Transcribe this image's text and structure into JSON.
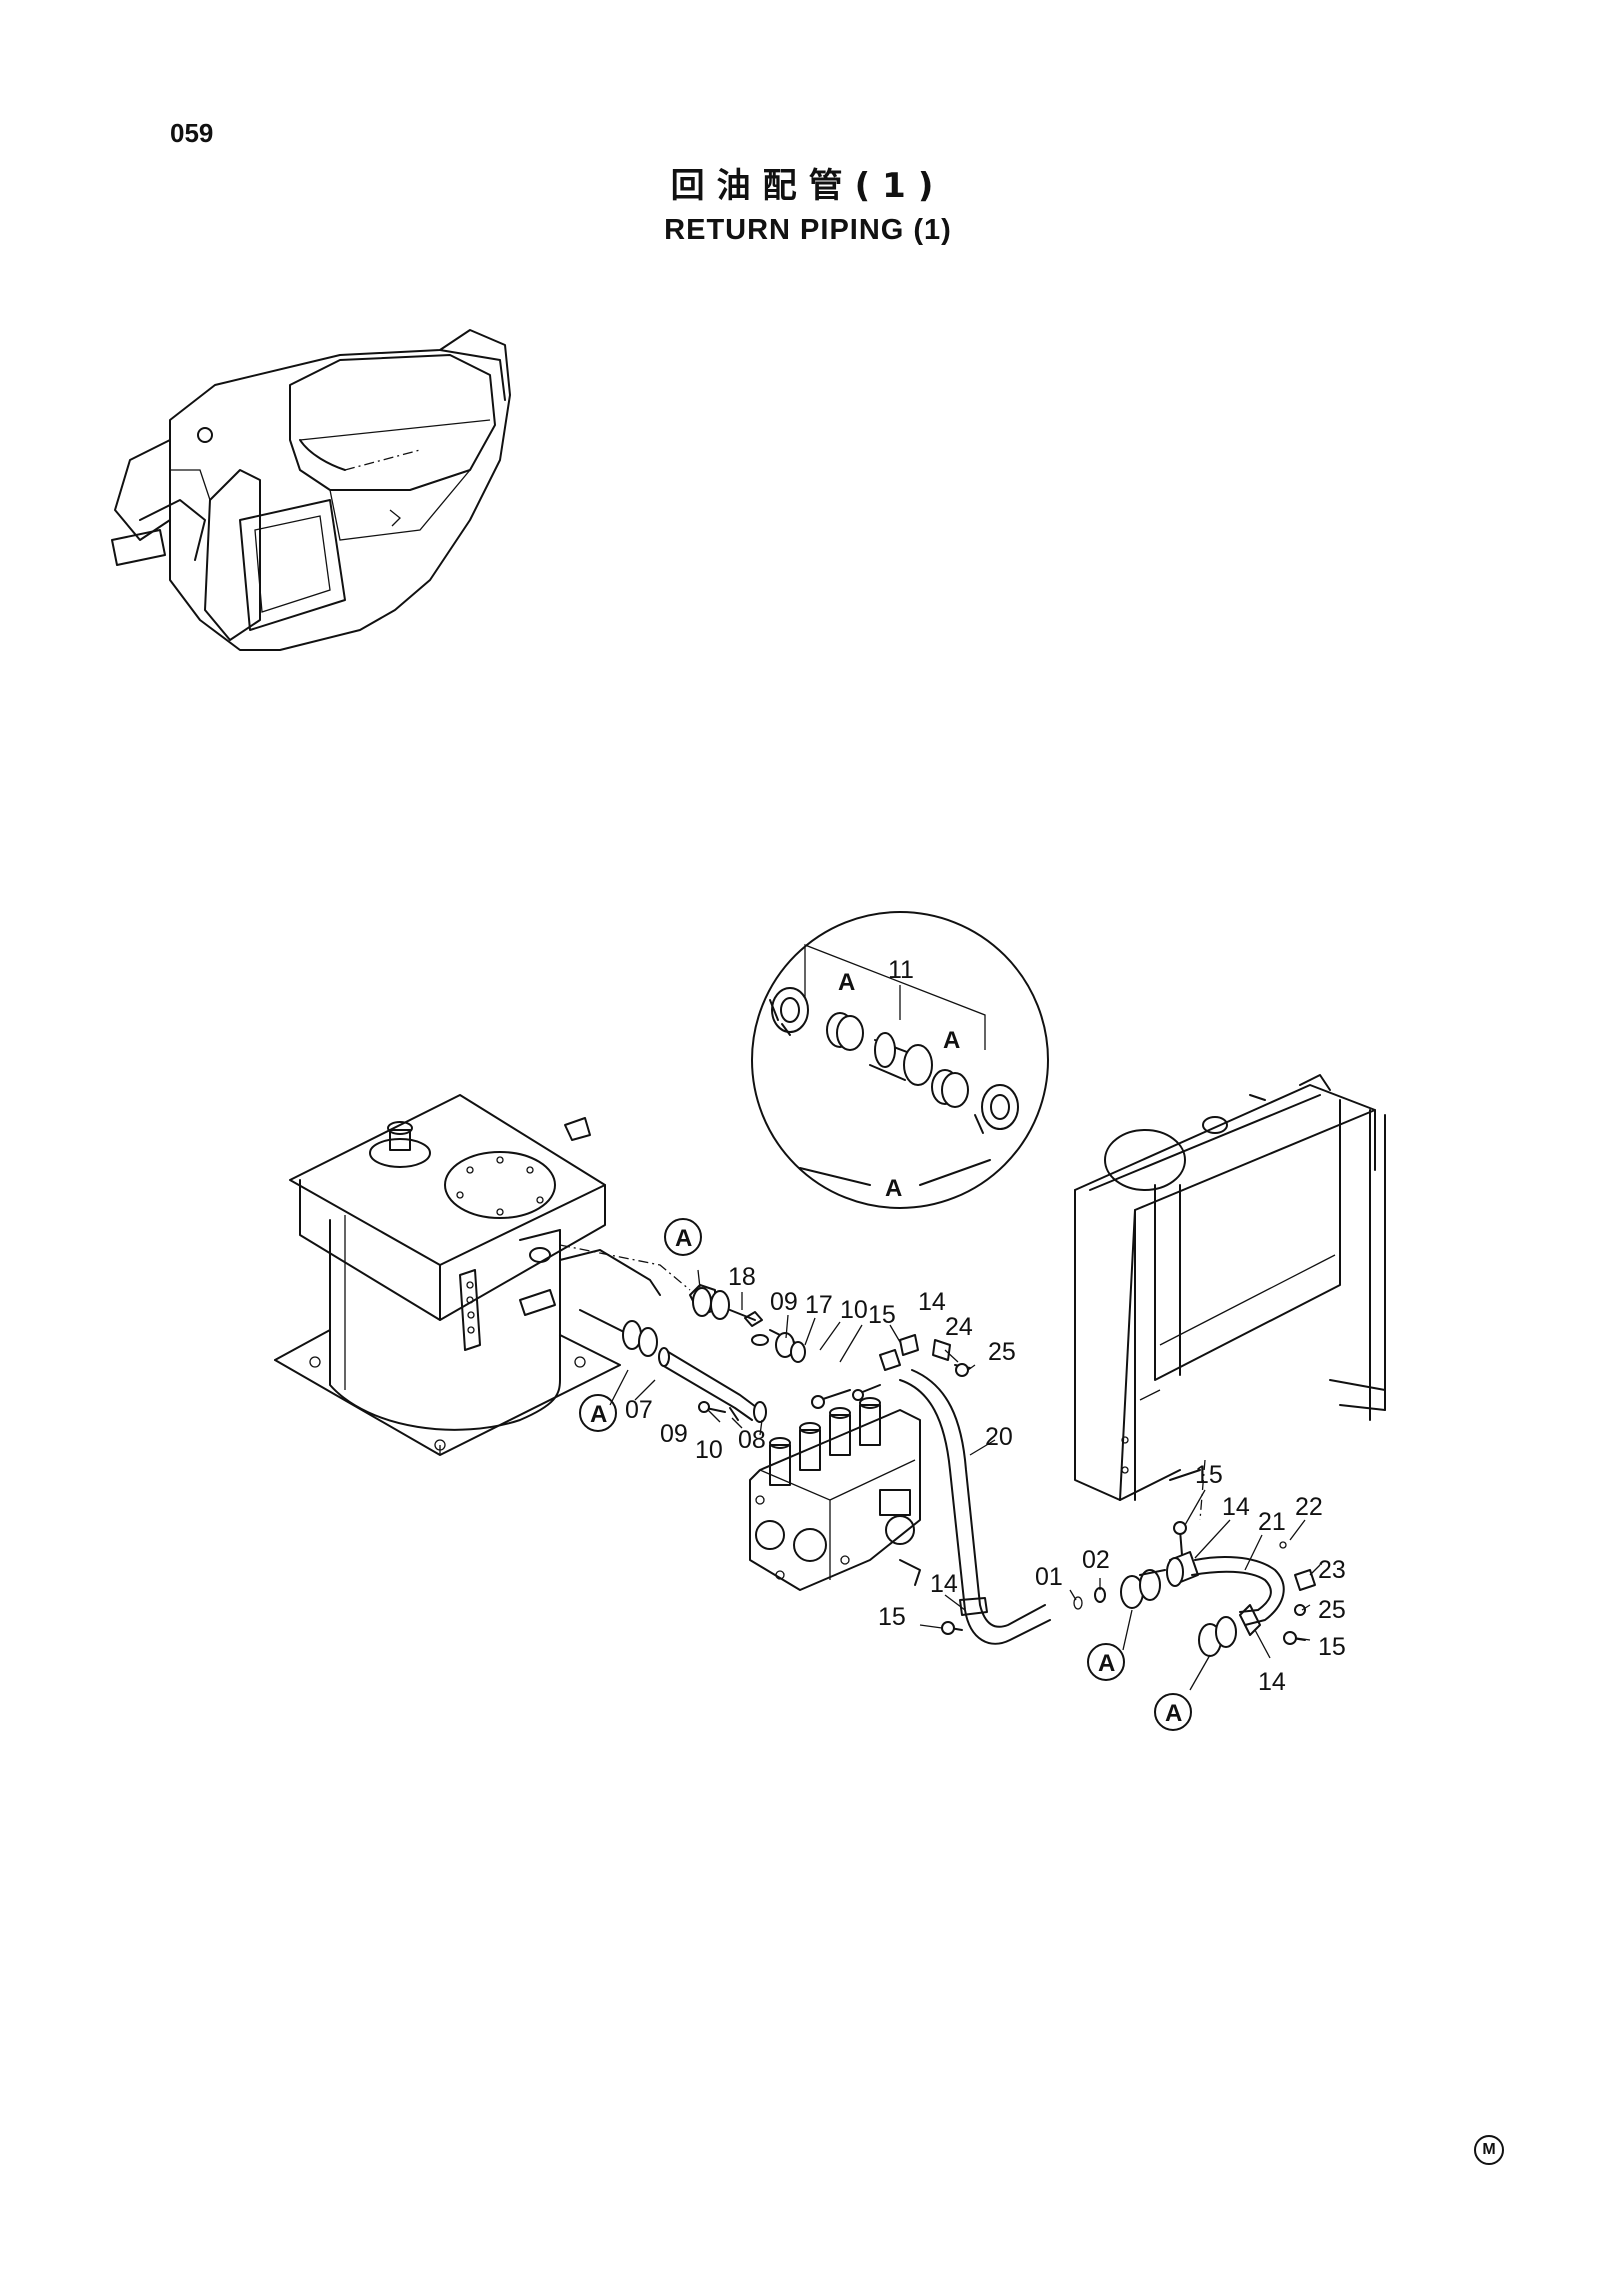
{
  "page_number": "059",
  "title_cn": "回油配管(1)",
  "title_en": "RETURN PIPING (1)",
  "detail_view": {
    "label": "A",
    "callouts": [
      "11",
      "A",
      "A"
    ]
  },
  "part_labels": [
    "18",
    "09",
    "17",
    "10",
    "15",
    "14",
    "24",
    "25",
    "07",
    "09",
    "10",
    "08",
    "20",
    "15",
    "14",
    "21",
    "22",
    "23",
    "25",
    "15",
    "14",
    "01",
    "02",
    "14",
    "15"
  ],
  "section_markers": [
    "A",
    "A",
    "A",
    "A"
  ],
  "corner_mark": "M"
}
